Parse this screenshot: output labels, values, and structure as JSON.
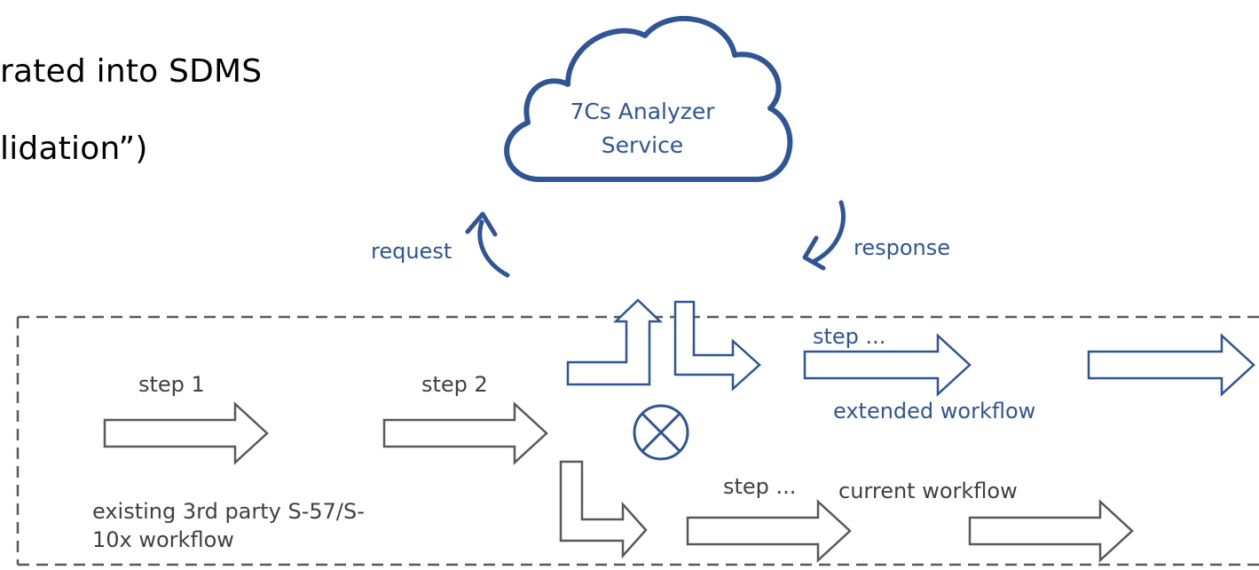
{
  "slide_text": {
    "line1": "rated into SDMS",
    "line2": "lidation”)"
  },
  "cloud": {
    "line1": "7Cs Analyzer",
    "line2": "Service"
  },
  "arrows": {
    "request": "request",
    "response": "response"
  },
  "workflow": {
    "step1": "step 1",
    "step2": "step 2",
    "step_ext": "step ...",
    "extended_label": "extended workflow",
    "step_cur": "step ...",
    "current_label": "current workflow",
    "existing_line1": "existing 3rd party S-57/S-",
    "existing_line2": "10x workflow"
  },
  "colors": {
    "blue": "#2F5597",
    "gray": "#595959",
    "text_dark": "#404040"
  },
  "icons": [
    "cloud-icon",
    "curved-arrow-icon",
    "block-arrow-icon",
    "circled-x-icon"
  ]
}
